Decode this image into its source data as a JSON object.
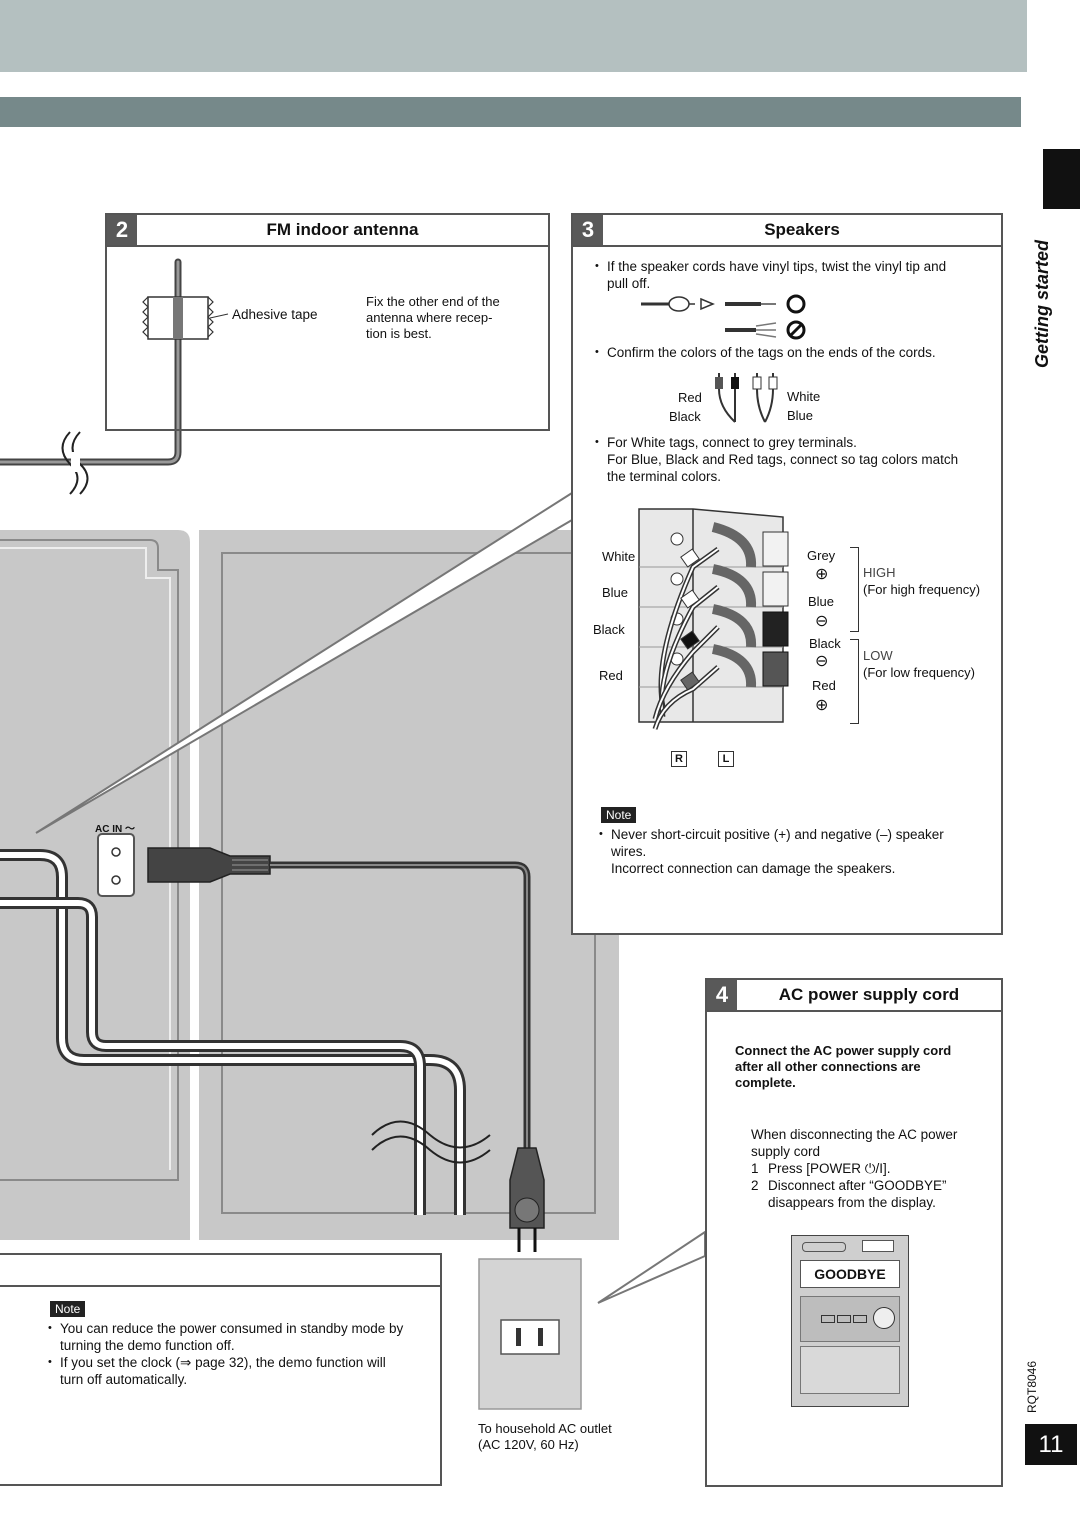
{
  "page": {
    "side_label": "Getting started",
    "doc_code": "RQT8046",
    "page_number": "11"
  },
  "fm_section": {
    "number": "2",
    "title": "FM indoor antenna",
    "tape_label": "Adhesive tape",
    "fix_note": [
      "Fix the other end of the",
      "antenna where recep-",
      "tion is best."
    ]
  },
  "speakers_section": {
    "number": "3",
    "title": "Speakers",
    "bullet1": [
      "If the speaker cords have vinyl tips, twist the vinyl tip and",
      "pull off."
    ],
    "bullet2": "Confirm the colors of the tags on the ends of the cords.",
    "tag_labels": {
      "red": "Red",
      "black": "Black",
      "white": "White",
      "blue": "Blue"
    },
    "bullet3": [
      "For White tags, connect to grey terminals.",
      "For Blue, Black and Red tags, connect so tag colors match",
      "the terminal colors."
    ],
    "wire_labels": {
      "white": "White",
      "blue": "Blue",
      "black": "Black",
      "red": "Red"
    },
    "terminal_labels": {
      "grey": "Grey",
      "blue": "Blue",
      "black": "Black",
      "red": "Red"
    },
    "high": "HIGH",
    "high_desc": "(For high frequency)",
    "low": "LOW",
    "low_desc": "(For low frequency)",
    "channel_r": "R",
    "channel_l": "L",
    "note_label": "Note",
    "note_lines": [
      "Never short-circuit positive (+) and negative (–) speaker",
      "wires.",
      "Incorrect connection can damage the speakers."
    ]
  },
  "ac_section": {
    "number": "4",
    "title": "AC power supply cord",
    "bold_instruction": [
      "Connect the AC power supply cord",
      "after all other connections are",
      "complete."
    ],
    "disconnect_intro": [
      "When disconnecting the AC power",
      "supply cord"
    ],
    "step1_num": "1",
    "step1": "Press [POWER ⏻/I].",
    "step2_num": "2",
    "step2": [
      "Disconnect after “GOODBYE”",
      "disappears from the display."
    ],
    "display_text": "GOODBYE"
  },
  "ac_in_label": "AC IN ～",
  "outlet": {
    "caption": [
      "To household AC outlet",
      "(AC 120V, 60 Hz)"
    ]
  },
  "standby_note": {
    "label": "Note",
    "line1": [
      "You can reduce the power consumed in standby mode by",
      "turning the demo function off."
    ],
    "line2": [
      "If you set the clock (⇒ page 32), the demo function will",
      "turn off automatically."
    ]
  }
}
